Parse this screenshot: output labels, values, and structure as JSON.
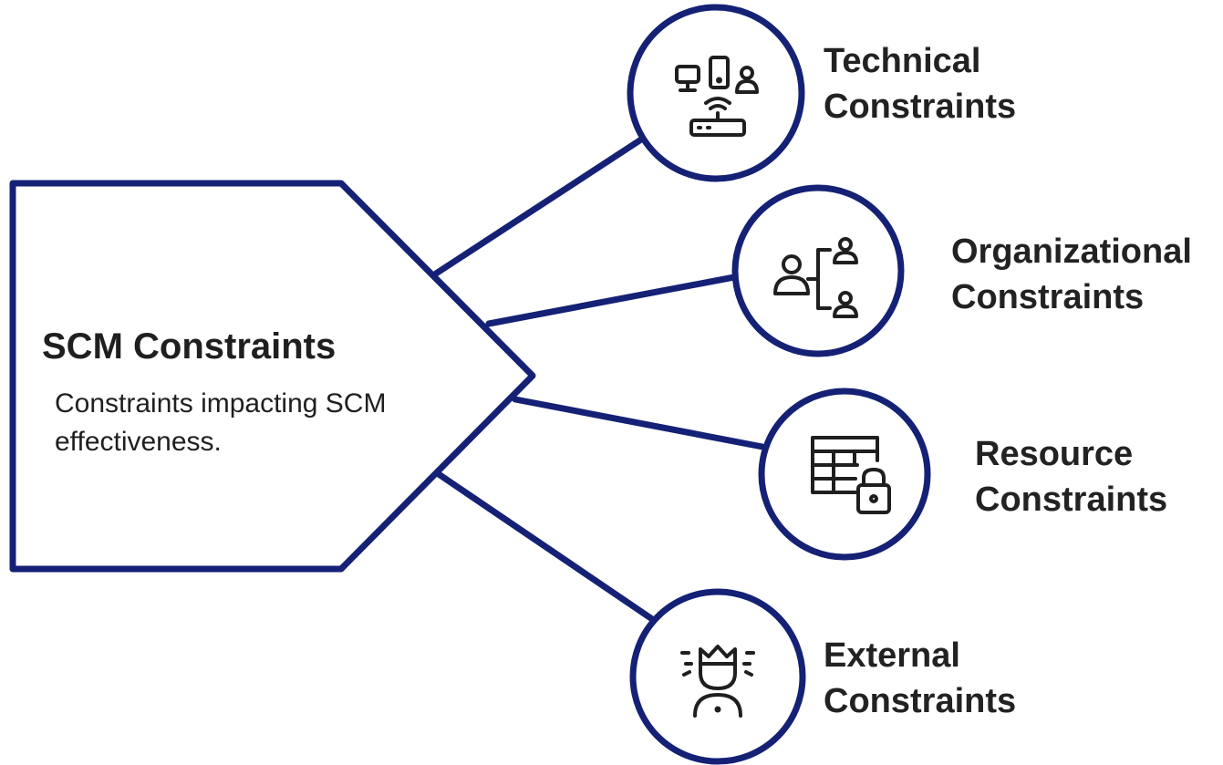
{
  "colors": {
    "outline": "#142175",
    "icon": "#1f1f1f",
    "text": "#1f1f1f"
  },
  "main": {
    "title": "SCM Constraints",
    "description": "Constraints impacting SCM effectiveness."
  },
  "nodes": [
    {
      "icon": "devices-network-icon",
      "line1": "Technical",
      "line2": "Constraints"
    },
    {
      "icon": "org-structure-icon",
      "line1": "Organizational",
      "line2": "Constraints"
    },
    {
      "icon": "table-lock-icon",
      "line1": "Resource",
      "line2": "Constraints"
    },
    {
      "icon": "person-crown-icon",
      "line1": "External",
      "line2": "Constraints"
    }
  ]
}
